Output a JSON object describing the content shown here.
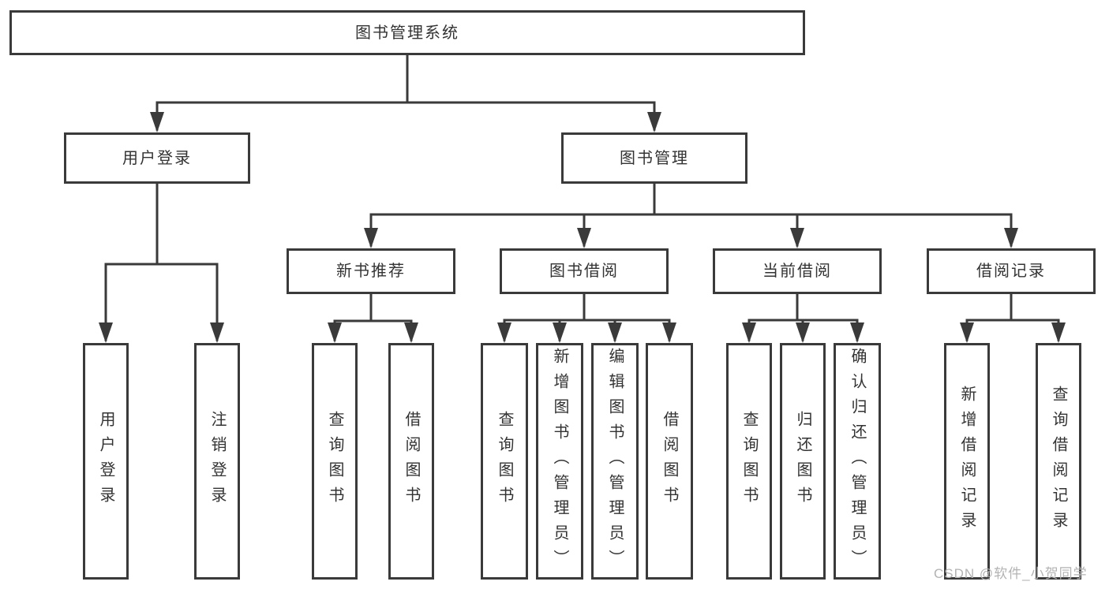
{
  "diagram": {
    "type": "hierarchy",
    "tree": {
      "label": "图书管理系统",
      "children": [
        {
          "label": "用户登录",
          "children": [
            {
              "label": "用户登录"
            },
            {
              "label": "注销登录"
            }
          ]
        },
        {
          "label": "图书管理",
          "children": [
            {
              "label": "新书推荐",
              "children": [
                {
                  "label": "查询图书"
                },
                {
                  "label": "借阅图书"
                }
              ]
            },
            {
              "label": "图书借阅",
              "children": [
                {
                  "label": "查询图书"
                },
                {
                  "label": "新增图书（管理员）"
                },
                {
                  "label": "编辑图书（管理员）"
                },
                {
                  "label": "借阅图书"
                }
              ]
            },
            {
              "label": "当前借阅",
              "children": [
                {
                  "label": "查询图书"
                },
                {
                  "label": "归还图书"
                },
                {
                  "label": "确认归还（管理员）"
                }
              ]
            },
            {
              "label": "借阅记录",
              "children": [
                {
                  "label": "新增借阅记录"
                },
                {
                  "label": "查询借阅记录"
                }
              ]
            }
          ]
        }
      ]
    },
    "watermark": "CSDN @软件_小贺同学",
    "colors": {
      "line": "#3a3a3a",
      "text": "#333333",
      "background": "#ffffff",
      "watermark": "#b3b3b3"
    }
  }
}
